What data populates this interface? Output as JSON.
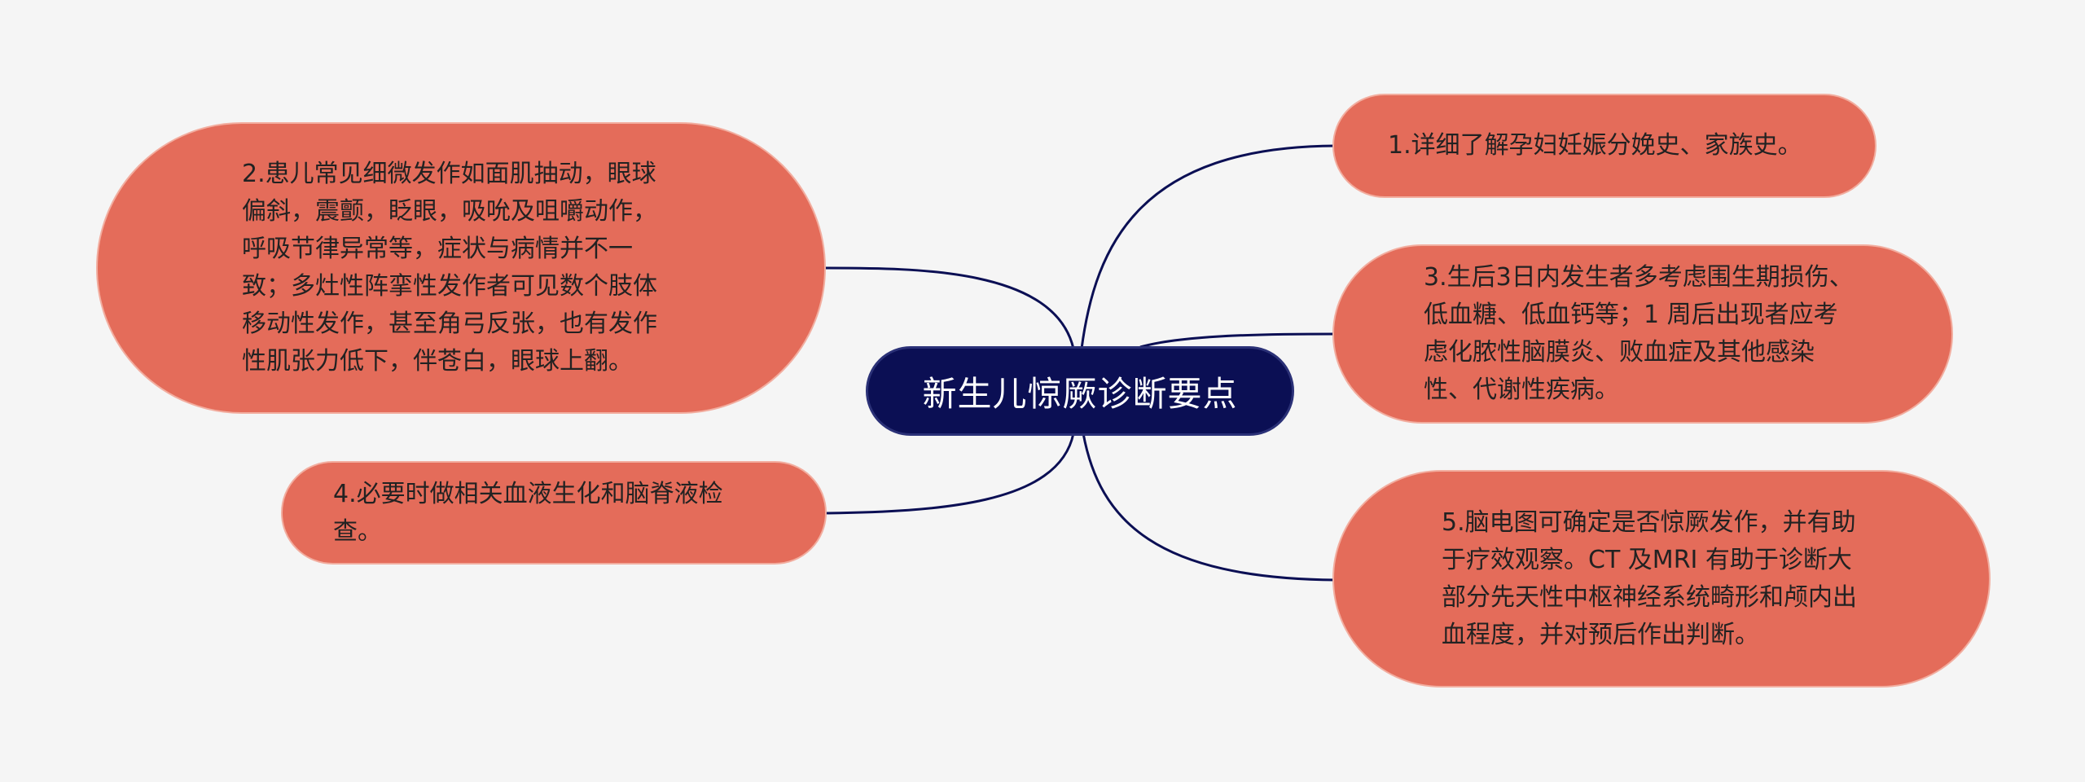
{
  "center": {
    "label": "新生儿惊厥诊断要点"
  },
  "topics": [
    {
      "id": "1",
      "text": "1.详细了解孕妇妊娠分娩史、家族史。"
    },
    {
      "id": "2",
      "text": "2.患儿常见细微发作如面肌抽动，眼球偏斜，震颤，眨眼，吸吮及咀嚼动作，呼吸节律异常等，症状与病情并不一致；多灶性阵挛性发作者可见数个肢体移动性发作，甚至角弓反张，也有发作性肌张力低下，伴苍白，眼球上翻。"
    },
    {
      "id": "3",
      "text": "3.生后3日内发生者多考虑围生期损伤、低血糖、低血钙等；1 周后出现者应考虑化脓性脑膜炎、败血症及其他感染性、代谢性疾病。"
    },
    {
      "id": "4",
      "text": "4.必要时做相关血液生化和脑脊液检查。"
    },
    {
      "id": "5",
      "text": "5.脑电图可确定是否惊厥发作，并有助于疗效观察。CT 及MRI 有助于诊断大部分先天性中枢神经系统畸形和颅内出血程度，并对预后作出判断。"
    }
  ],
  "colors": {
    "background": "#f5f5f5",
    "center_fill": "#0b0f54",
    "center_text": "#ffffff",
    "topic_fill": "#e46c5a",
    "topic_border": "#f2ad9f",
    "topic_text": "#222222",
    "connector": "#0b0f54"
  }
}
